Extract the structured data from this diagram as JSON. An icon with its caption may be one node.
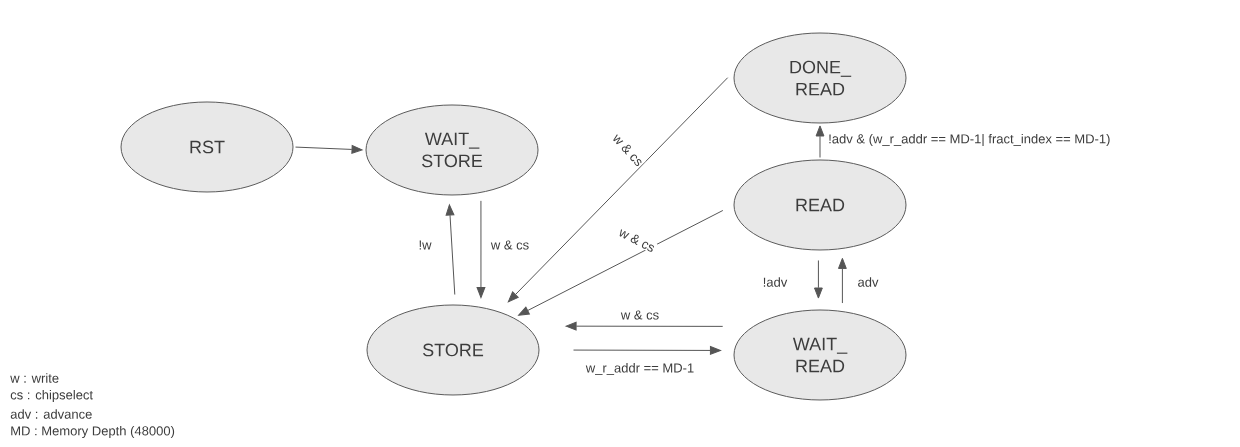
{
  "diagram": {
    "nodes": [
      {
        "text": [
          "RST"
        ]
      },
      {
        "text": [
          "WAIT_ STORE"
        ]
      },
      {
        "text": [
          "DONE_ READ"
        ]
      },
      {
        "text": [
          "READ"
        ]
      },
      {
        "text": [
          "STORE"
        ]
      },
      {
        "text": [
          "WAIT_ READ"
        ]
      }
    ],
    "edges": [
      {
        "from": 0,
        "to": 1,
        "arrow": "to"
      },
      {
        "from": 4,
        "to": 1,
        "arrow": "to",
        "label": "!w"
      },
      {
        "from": 1,
        "to": 4,
        "arrow": "to",
        "label": "w & cs"
      },
      {
        "from": 2,
        "to": 4,
        "arrow": "to",
        "label": "w & cs"
      },
      {
        "from": 3,
        "to": 4,
        "arrow": "to",
        "label": "w & cs"
      },
      {
        "from": 3,
        "to": 2,
        "arrow": "to",
        "label": "!adv & (w_r_addr == MD-1| fract_index == MD-1)"
      },
      {
        "from": 3,
        "to": 5,
        "arrow": "to",
        "label": "!adv"
      },
      {
        "from": 5,
        "to": 3,
        "arrow": "to",
        "label": "adv"
      },
      {
        "from": 5,
        "to": 4,
        "arrow": "to",
        "label": "w & cs"
      },
      {
        "from": 4,
        "to": 5,
        "arrow": "to",
        "label": "w_r_addr == MD-1"
      }
    ],
    "labels": [
      "w : write",
      "cs : chipselect",
      "adv : advance",
      "MD : Memory Depth (48000)"
    ]
  }
}
